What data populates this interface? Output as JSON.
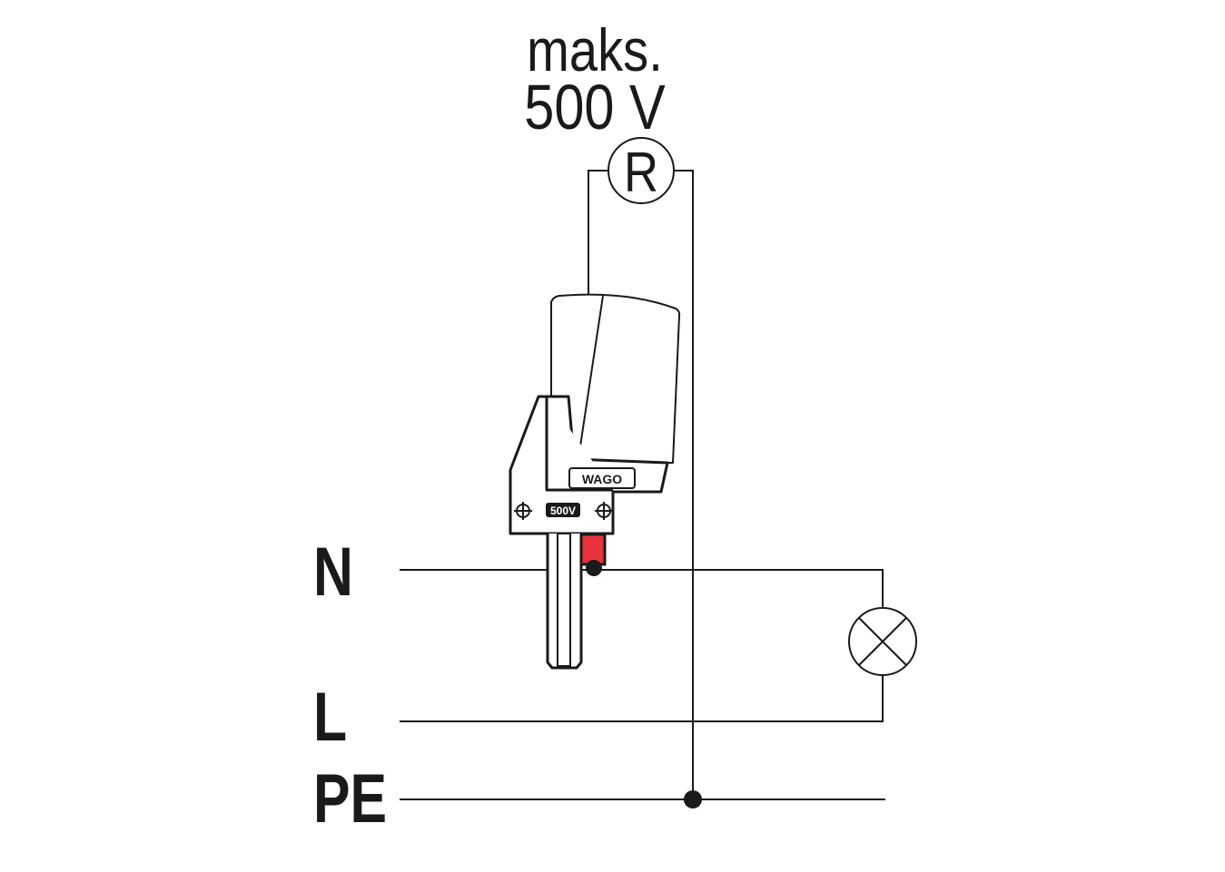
{
  "voltage": {
    "line1": "maks.",
    "line2": "500 V"
  },
  "meter_symbol": "R",
  "conductors": {
    "n": "N",
    "l": "L",
    "pe": "PE"
  },
  "connector": {
    "brand": "WAGO",
    "rating": "500V"
  },
  "colors": {
    "line": "#1a1a1a",
    "red_contact": "#e8343c"
  }
}
